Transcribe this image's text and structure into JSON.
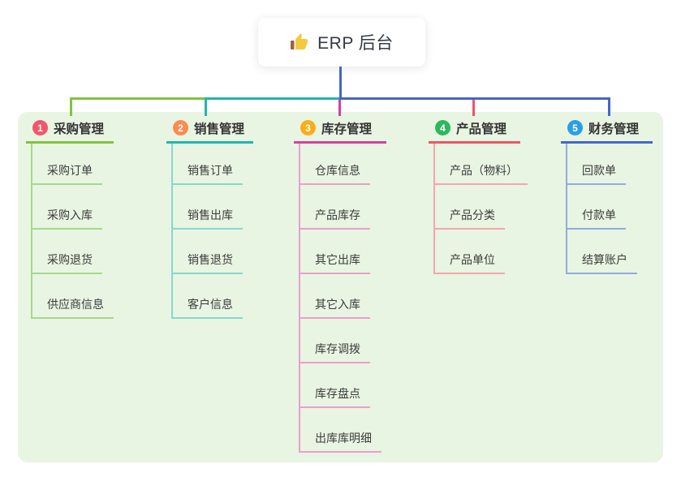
{
  "root": {
    "title": "ERP 后台",
    "icon": "thumbs-up-icon"
  },
  "branches": [
    {
      "num": "1",
      "label": "采购管理",
      "badge_color": "#f3566a",
      "line_color": "#82c342",
      "child_line_color": "#a8d78a",
      "children": [
        "采购订单",
        "采购入库",
        "采购退货",
        "供应商信息"
      ]
    },
    {
      "num": "2",
      "label": "销售管理",
      "badge_color": "#fc8b4e",
      "line_color": "#1fb6ad",
      "child_line_color": "#87d7d1",
      "children": [
        "销售订单",
        "销售出库",
        "销售退货",
        "客户信息"
      ]
    },
    {
      "num": "3",
      "label": "库存管理",
      "badge_color": "#fbad18",
      "line_color": "#d4409f",
      "child_line_color": "#ec9dcf",
      "children": [
        "仓库信息",
        "产品库存",
        "其它出库",
        "其它入库",
        "库存调拨",
        "库存盘点",
        "出库库明细"
      ]
    },
    {
      "num": "4",
      "label": "产品管理",
      "badge_color": "#30b65e",
      "line_color": "#ef5467",
      "child_line_color": "#f8a4ac",
      "children": [
        "产品（物料）",
        "产品分类",
        "产品单位"
      ]
    },
    {
      "num": "5",
      "label": "财务管理",
      "badge_color": "#2b9fe5",
      "line_color": "#4565cd",
      "child_line_color": "#95a9e2",
      "children": [
        "回款单",
        "付款单",
        "结算账户"
      ]
    }
  ],
  "colors": {
    "page_bg": "#ffffff",
    "board_bg": "#e8f5e2",
    "root_connector": "#4565cd",
    "text": "#333333",
    "thumb_yellow": "#f6c83d",
    "thumb_sleeve": "#9a6243"
  }
}
